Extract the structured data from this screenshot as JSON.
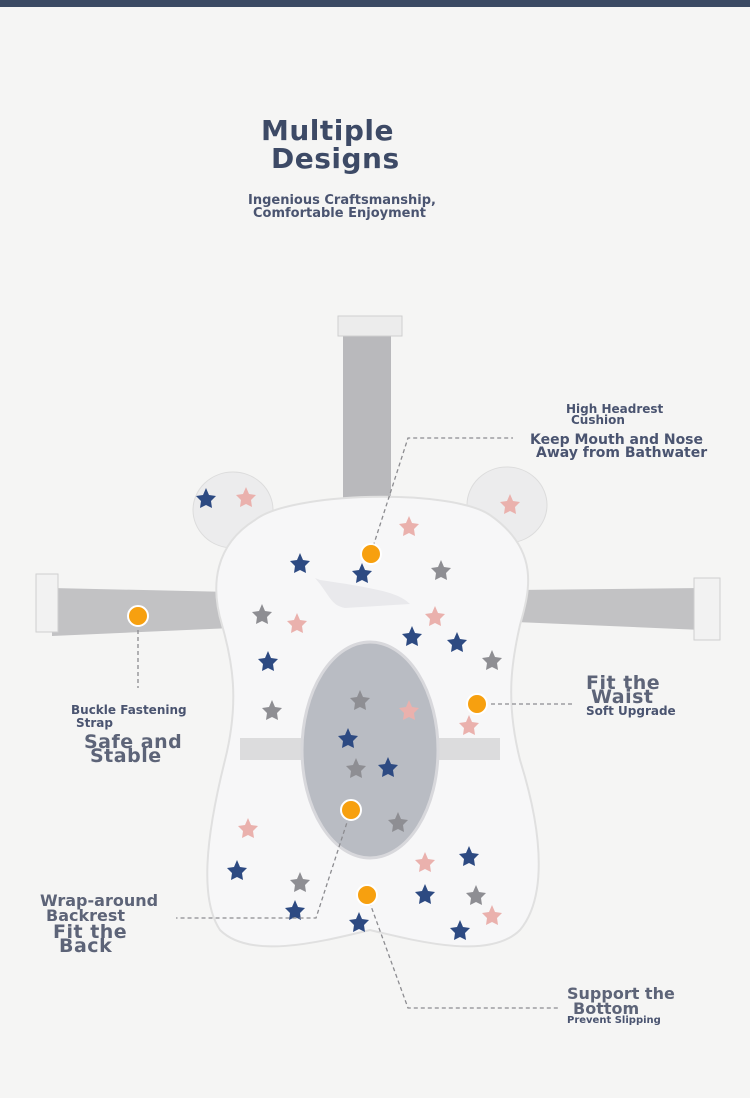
{
  "header": {
    "title_line1": "Multiple",
    "title_line2": "Designs",
    "subtitle_line1": "Ingenious Craftsmanship,",
    "subtitle_line2": "Comfortable Enjoyment"
  },
  "callouts": {
    "headrest": {
      "label_line1": "High Headrest",
      "label_line2": "Cushion",
      "desc_line1": "Keep Mouth and Nose",
      "desc_line2": "Away from Bathwater"
    },
    "strap": {
      "label_line1": "Buckle Fastening",
      "label_line2": "Strap",
      "desc_line1": "Safe and",
      "desc_line2": "Stable"
    },
    "waist": {
      "label_line1": "Fit the",
      "label_line2": "Waist",
      "desc": "Soft Upgrade"
    },
    "backrest": {
      "label_line1": "Wrap-around",
      "label_line2": "Backrest",
      "desc_line1": "Fit the",
      "desc_line2": "Back"
    },
    "bottom": {
      "label_line1": "Support the",
      "label_line2": "Bottom",
      "desc": "Prevent Slipping"
    }
  },
  "colors": {
    "accent_dot": "#f7a00f",
    "title_text": "#3d4a66",
    "topbar": "#3b4a63"
  }
}
